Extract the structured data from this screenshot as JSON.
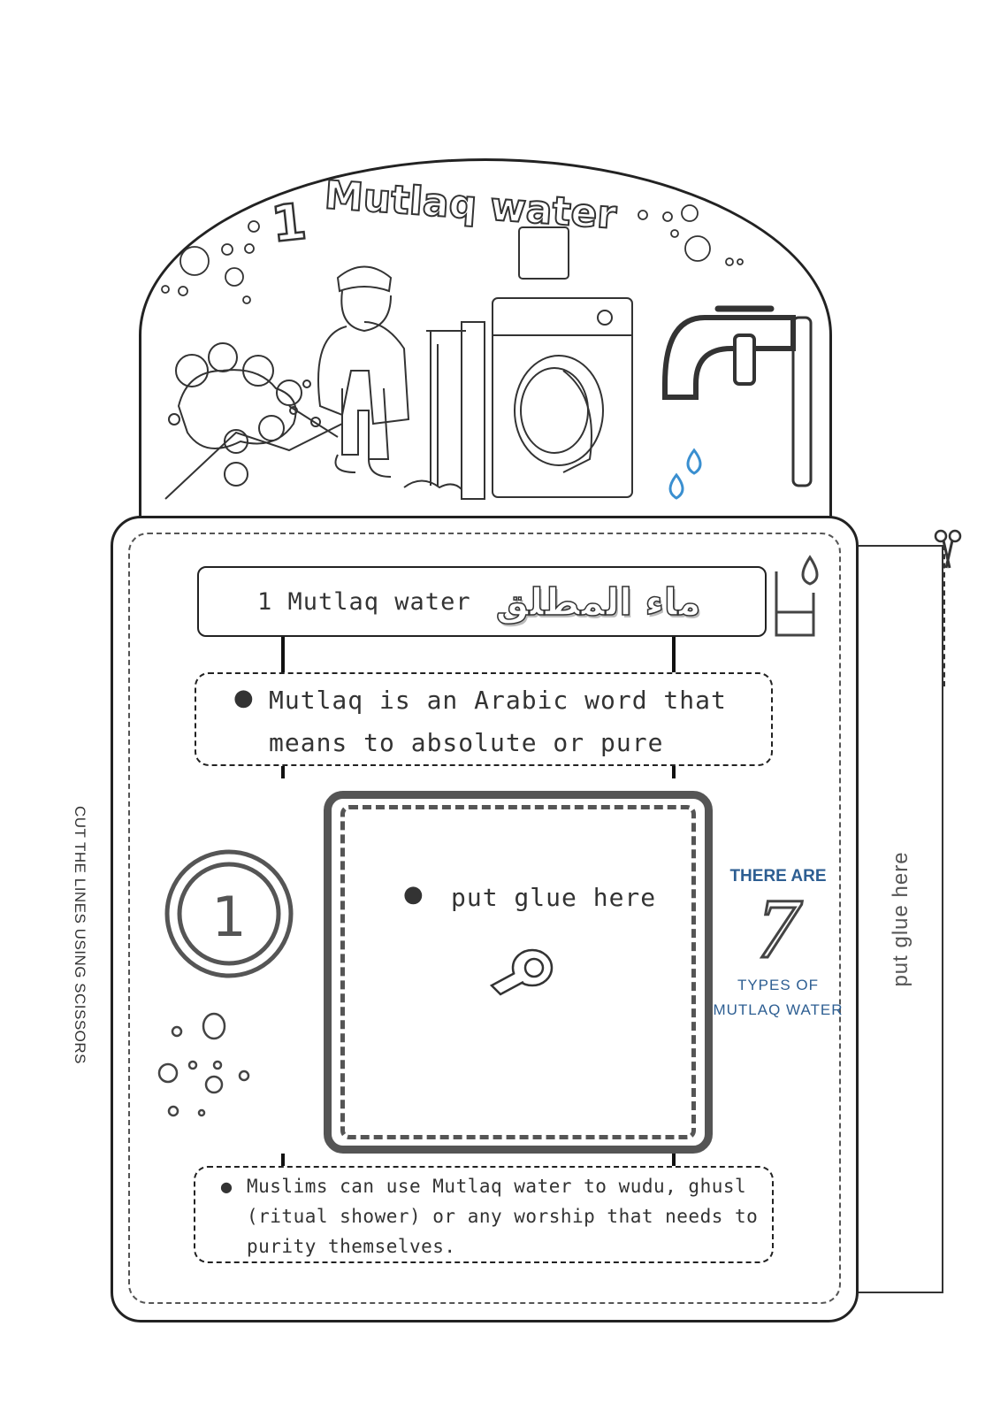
{
  "arch": {
    "title_number": "1",
    "title": "Mutlaq water"
  },
  "header": {
    "english": "1 Mutlaq water",
    "arabic": "ماء المطلق"
  },
  "definition": {
    "line1": "Mutlaq is an Arabic word that",
    "line2": "means to absolute or pure"
  },
  "glue_box": {
    "text": "put glue here"
  },
  "badge": {
    "number": "1"
  },
  "seven_badge": {
    "line1": "THERE ARE",
    "number": "7",
    "line2": "TYPES OF",
    "line3": "MUTLAQ WATER"
  },
  "usage": {
    "line1": "Muslims can use Mutlaq water to wudu, ghusl",
    "line2": "(ritual shower) or any worship that needs to",
    "line3": "purity themselves."
  },
  "flap": {
    "text": "put glue here"
  },
  "side_instruction": "CUT THE LINES USING SCISSORS",
  "colors": {
    "ink": "#222222",
    "accent_blue": "#2d5e92",
    "drop_blue": "#3a8fd0"
  }
}
